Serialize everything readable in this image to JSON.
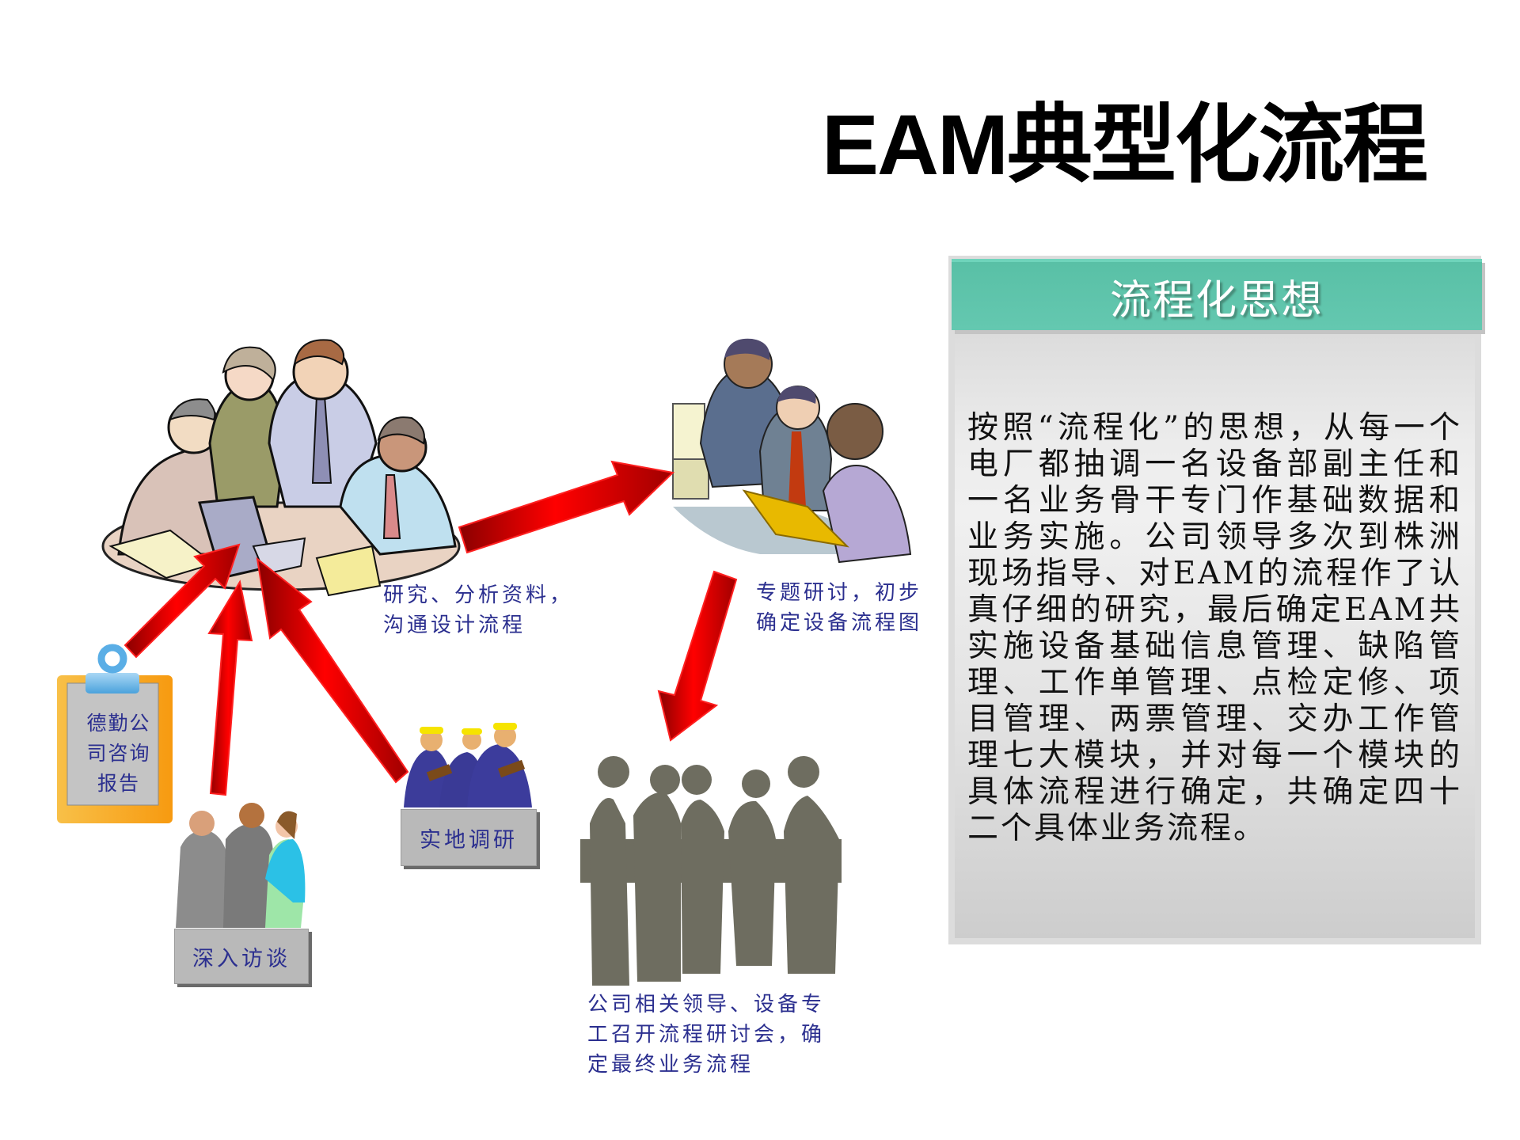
{
  "slide": {
    "title": "EAM典型化流程"
  },
  "panel": {
    "header": "流程化思想",
    "body": "按照“流程化”的思想，从每一个电厂都抽调一名设备部副主任和一名业务骨干专门作基础数据和业务实施。公司领导多次到株洲现场指导、对EAM的流程作了认真仔细的研究，最后确定EAM共实施设备基础信息管理、缺陷管理、工作单管理、点检定修、项目管理、两票管理、交办工作管理七大模块，并对每一个模块的具体流程进行确定，共确定四十二个具体业务流程。",
    "colors": {
      "header": "#5ec4aa",
      "body_bg": "#e6e6e6"
    }
  },
  "flow": {
    "step_research": {
      "line1": "研究、分析资料，",
      "line2": "沟通设计流程"
    },
    "step_seminar": {
      "line1": "专题研讨，初步",
      "line2": "确定设备流程图"
    },
    "step_final": {
      "line1": "公司相关领导、设备专",
      "line2": "工召开流程研讨会，确",
      "line3": "定最终业务流程"
    },
    "clipboard": {
      "line1": "德勤公",
      "line2": "司咨询",
      "line3": "报告"
    },
    "tag_interview": "深入访谈",
    "tag_field": "实地调研",
    "arrow_color": "#e00000",
    "label_color": "#2b2f8f"
  },
  "icons": [
    "team-meeting-illustration",
    "discussion-illustration",
    "clipboard-icon",
    "handshake-illustration",
    "workers-illustration",
    "meeting-silhouette-illustration",
    "red-arrow-icon"
  ]
}
